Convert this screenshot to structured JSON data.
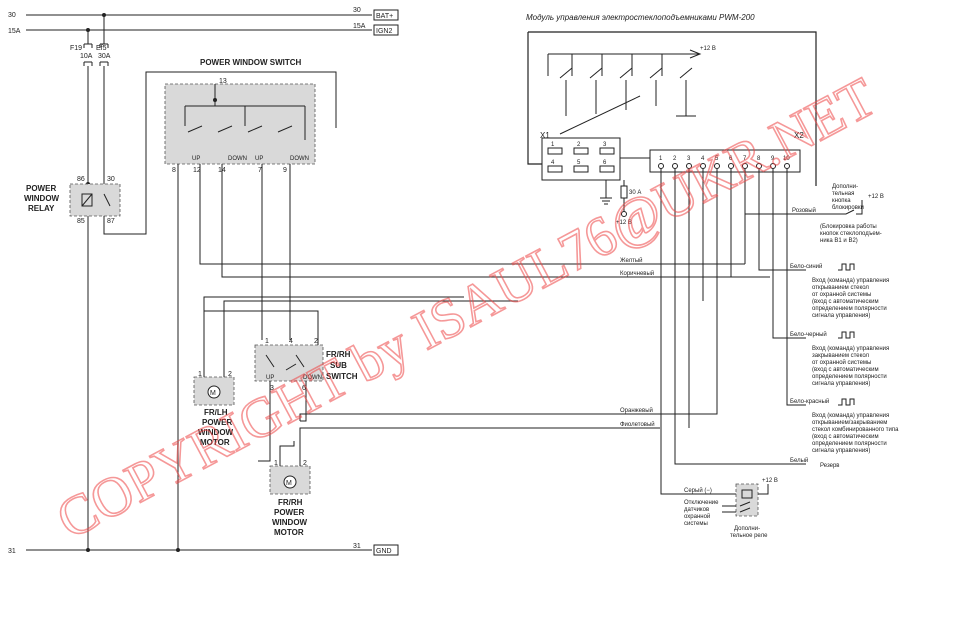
{
  "rails": {
    "top_left": "30",
    "top_right": "30",
    "top_tag": "BAT+",
    "mid_left": "15A",
    "mid_right": "15A",
    "mid_tag": "IGN2",
    "bottom_left": "31",
    "bottom_right": "31",
    "bottom_tag": "GND"
  },
  "fuses": {
    "f19_name": "F19",
    "f19_rating": "10A",
    "ef5_name": "Ef5",
    "ef5_rating": "30A"
  },
  "relay": {
    "title_lines": [
      "POWER",
      "WINDOW",
      "RELAY"
    ],
    "pins": [
      "86",
      "30",
      "85",
      "87"
    ]
  },
  "power_window_switch": {
    "title": "POWER WINDOW SWITCH",
    "pin_top": "13",
    "pins": [
      "8",
      "12",
      "14",
      "7",
      "9"
    ],
    "labels": [
      "UP",
      "DOWN",
      "UP",
      "DOWN"
    ]
  },
  "sub_switch": {
    "title_lines": [
      "FR/RH",
      "SUB",
      "SWITCH"
    ],
    "pins_top": [
      "1",
      "4",
      "2"
    ],
    "pins_bottom": [
      "3",
      "6"
    ],
    "labels": [
      "UP",
      "DOWN"
    ]
  },
  "motor_lh": {
    "title_lines": [
      "FR/LH",
      "POWER",
      "WINDOW",
      "MOTOR"
    ],
    "pins": [
      "1",
      "2"
    ],
    "symbol": "M"
  },
  "motor_rh": {
    "title_lines": [
      "FR/RH",
      "POWER",
      "WINDOW",
      "MOTOR"
    ],
    "pins": [
      "1",
      "2"
    ],
    "symbol": "M"
  },
  "module": {
    "title": "Модуль управления электростеклоподъемниками PWM-200",
    "supply_label": "+12 В",
    "x1_label": "X1",
    "x2_label": "X2",
    "x1_pins": [
      "1",
      "2",
      "3",
      "4",
      "5",
      "6"
    ],
    "x2_pins": [
      "1",
      "2",
      "3",
      "4",
      "5",
      "6",
      "7",
      "8",
      "9",
      "10"
    ],
    "fuse_label": "30 А",
    "ground_supply": "+12 В"
  },
  "wires": {
    "yellow": "Желтый",
    "brown": "Коричневый",
    "pink": "Розовый",
    "white_blue": "Бело-синий",
    "white_black": "Бело-черный",
    "white_red": "Бело-красный",
    "orange": "Оранжевый",
    "violet": "Фиолетовый",
    "white": "Белый",
    "gray": "Серый (−)"
  },
  "annotations": {
    "extra_button": [
      "Дополни-",
      "тельная",
      "кнопка",
      "блокировки"
    ],
    "extra_button_supply": "+12 В",
    "block_note": [
      "(Блокировка работы",
      "кнопок стеклоподъем-",
      "ника В1 и В2)"
    ],
    "open_cmd": [
      "Вход (команда) управления",
      "открыванием стекол",
      "от охранной системы",
      "(вход с автоматическим",
      "определением полярности",
      "сигнала управления)"
    ],
    "close_cmd": [
      "Вход (команда) управления",
      "закрыванием стекол",
      "от охранной системы",
      "(вход с автоматическим",
      "определением полярности",
      "сигнала управления)"
    ],
    "combo_cmd": [
      "Вход (команда) управления",
      "открыванием/закрыванием",
      "стекол комбинированного типа",
      "(вход с автоматическим",
      "определением полярности",
      "сигнала управления)"
    ],
    "reserve": "Резерв",
    "sensor_off": [
      "Отключение",
      "датчиков",
      "охранной",
      "системы"
    ],
    "extra_relay": [
      "Дополни-",
      "тельное реле"
    ],
    "extra_relay_supply": "+12 В"
  },
  "watermark": "COPYRIGHT by ISAUL76@UKR.NET"
}
